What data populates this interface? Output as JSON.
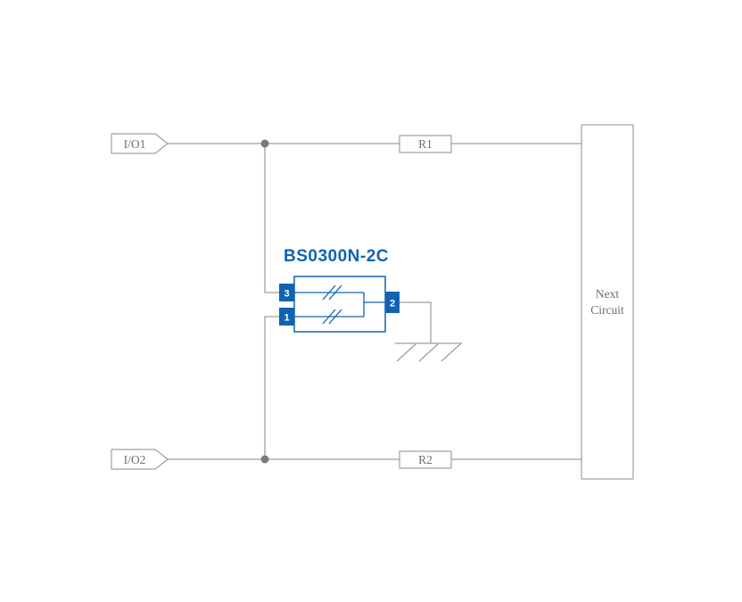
{
  "diagram": {
    "component": {
      "name": "BS0300N-2C",
      "pins": {
        "pin1": "1",
        "pin2": "2",
        "pin3": "3"
      }
    },
    "inputs": {
      "io1": "I/O1",
      "io2": "I/O2"
    },
    "resistors": {
      "r1": "R1",
      "r2": "R2"
    },
    "next_circuit": {
      "line1": "Next",
      "line2": "Circuit"
    },
    "colors": {
      "wire": "#9aa0a4",
      "accent_blue": "#1063b2",
      "text_gray": "#68707a",
      "junction_dot": "#767a7e",
      "background": "#ffffff"
    }
  }
}
